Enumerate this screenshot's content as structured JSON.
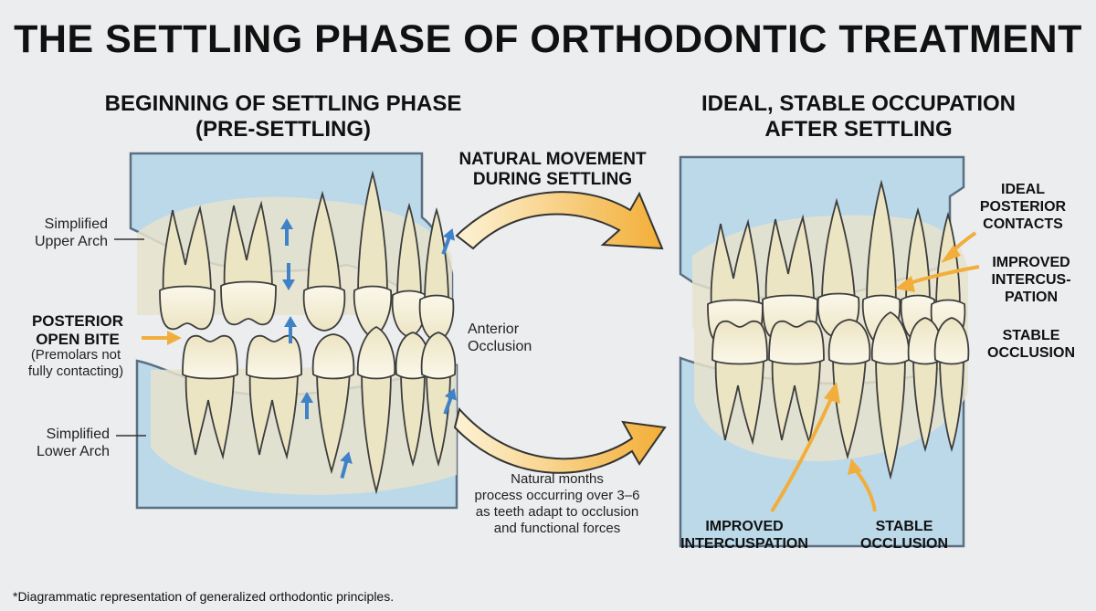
{
  "title": "THE SETTLING PHASE OF ORTHODONTIC TREATMENT",
  "left_panel": {
    "heading": [
      "BEGINNING OF SETTLING PHASE",
      "(PRE-SETTLING)"
    ],
    "labels": {
      "upper_arch": [
        "Simplified",
        "Upper Arch"
      ],
      "open_bite_title": [
        "POSTERIOR",
        "OPEN BITE"
      ],
      "open_bite_note": [
        "(Premolars not",
        "fully contacting)"
      ],
      "lower_arch": [
        "Simplified",
        "Lower Arch"
      ],
      "anterior": [
        "Anterior",
        "Occlusion"
      ]
    }
  },
  "middle": {
    "movement_heading": [
      "NATURAL MOVEMENT",
      "DURING SETTLING"
    ],
    "process_text": [
      "Natural                  months",
      "process occurring over 3–6",
      "as teeth adapt to occlusion",
      "and functional forces"
    ]
  },
  "right_panel": {
    "heading": [
      "IDEAL, STABLE OCCUPATION",
      "AFTER SETTLING"
    ],
    "labels": {
      "posterior_contacts": [
        "IDEAL",
        "POSTERIOR",
        "CONTACTS"
      ],
      "improved_inter_right": [
        "IMPROVED",
        "INTERCUS-",
        "PATION"
      ],
      "stable_right": [
        "STABLE",
        "OCCLUSION"
      ],
      "improved_bottom": [
        "IMPROVED",
        "INTERCUSPATION"
      ],
      "stable_bottom": [
        "STABLE",
        "OCCLUSION"
      ]
    }
  },
  "footnote": "*Diagrammatic representation of generalized orthodontic principles.",
  "colors": {
    "background": "#ecedef",
    "gum_blue": "#bcd9ea",
    "gum_outline": "#5b6f82",
    "tooth_fill": "#f7f2dc",
    "root_fill": "#ece6c7",
    "movement_arrow_blue": "#3f82c8",
    "pointer_orange": "#f2ae3c",
    "big_arrow_gradient_start": "#fdf1cf",
    "big_arrow_gradient_end": "#f4b13a"
  }
}
